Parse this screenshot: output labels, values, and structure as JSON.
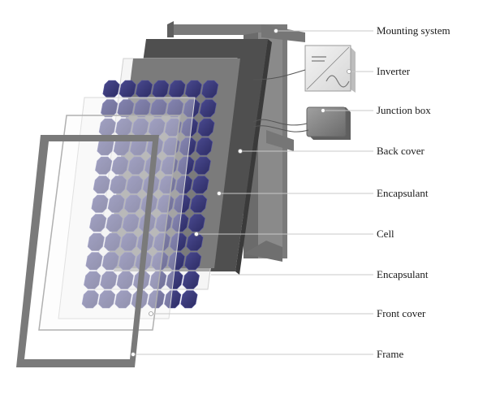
{
  "diagram": {
    "labels": {
      "mounting_system": "Mounting system",
      "inverter": "Inverter",
      "junction_box": "Junction box",
      "back_cover": "Back cover",
      "encapsulant_back": "Encapsulant",
      "cell": "Cell",
      "encapsulant_front": "Encapsulant",
      "front_cover": "Front cover",
      "frame": "Frame"
    },
    "colors": {
      "frame": "#7a7a7a",
      "mounting": "#6e6e6e",
      "back_cover": "#4f4f4f",
      "encapsulant": "#7b7b7b",
      "cell_fill": "#3b3a78",
      "cell_edge": "#5a5aa0",
      "inverter": "#e9e9e9",
      "junction_box": "#8c8c8c"
    },
    "cell_grid": {
      "rows": 12,
      "cols": 7
    }
  }
}
